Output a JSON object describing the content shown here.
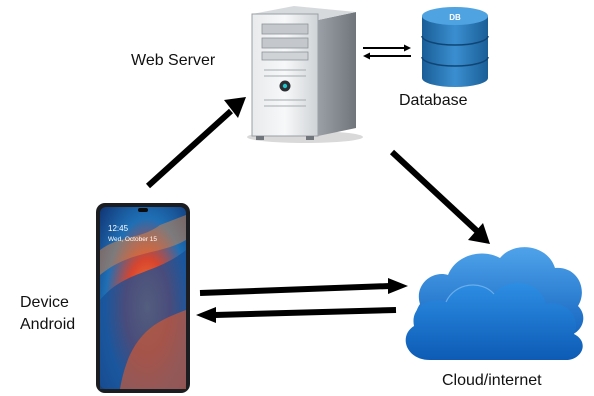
{
  "nodes": {
    "web_server": {
      "label": "Web Server"
    },
    "database": {
      "label": "Database",
      "badge": "DB"
    },
    "device": {
      "label_line1": "Device",
      "label_line2": "Android",
      "screen_time": "12:45",
      "screen_date": "Wed, October 15"
    },
    "cloud": {
      "label": "Cloud/internet"
    }
  },
  "colors": {
    "arrow": "#000000",
    "cloud": "#1e88e5",
    "database": "#2a7fc1",
    "server": "#bfc3c7"
  },
  "icons": {
    "server": "server-tower-icon",
    "database": "database-cylinder-icon",
    "phone": "android-phone-icon",
    "cloud": "cloud-icon"
  }
}
